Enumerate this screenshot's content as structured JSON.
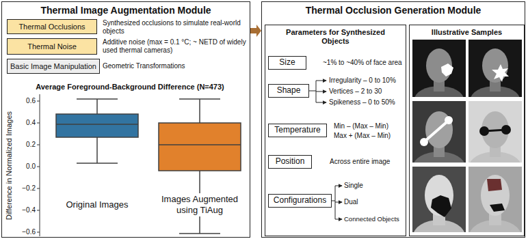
{
  "diagram": {
    "nodes": [
      {
        "text": [
          "Thermal Image Augmentation Module"
        ]
      },
      {
        "text": [
          "Thermal Occlusions"
        ],
        "in": 0
      },
      {
        "text": [
          "Thermal Noise"
        ],
        "in": 0
      },
      {
        "text": [
          "Basic Image Manipulation"
        ],
        "in": 0
      },
      {
        "text": [
          "Thermal Occlusion Generation Module"
        ]
      },
      {
        "text": [
          "Parameters for Synthesized Objects"
        ],
        "in": 4
      },
      {
        "text": [
          "Size"
        ],
        "in": 5
      },
      {
        "text": [
          "Shape"
        ],
        "in": 5
      },
      {
        "text": [
          "Temperature"
        ],
        "in": 5
      },
      {
        "text": [
          "Position"
        ],
        "in": 5
      },
      {
        "text": [
          "Configurations"
        ],
        "in": 5
      },
      {
        "text": [
          "Illustrative Samples"
        ],
        "in": 4
      }
    ],
    "edges": [
      {
        "from": 0,
        "to": 4,
        "arrow": "to"
      }
    ],
    "labels": [
      "Synthesized occlusions to simulate real-world objects",
      "Additive noise (max = 0.1 °C; ~ NETD of widely used thermal cameras)",
      "Geometric Transformations",
      "Average Foreground-Background Difference (N=473)",
      "Difference in Normalized Images",
      "0.6",
      "0.4",
      "0.2",
      "0.0",
      "−0.2",
      "−0.4",
      "−0.6",
      "Original Images",
      "Images Augmented using TiAug",
      "~1% to ~40% of face area",
      "Irregularity – 0 to 10%",
      "Vertices – 2 to 30",
      "Spikeness – 0 to 50%",
      "Min – (Max – Min)",
      "Max + (Max – Min)",
      "Across entire image",
      "Single",
      "Dual",
      "Connected Objects"
    ]
  }
}
